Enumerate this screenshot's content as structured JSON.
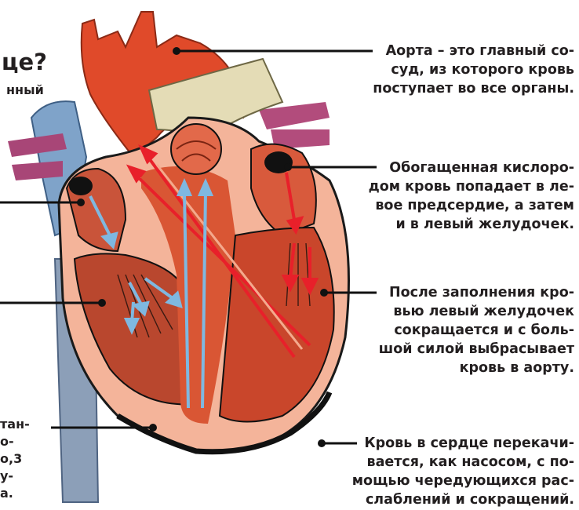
{
  "title_fragment": "це?",
  "subtitle_fragment": "нный",
  "captions": {
    "aorta": "Аорта – это главный со-\nсуд, из которого кровь\nпоступает во все органы.",
    "atrium": "Обогащенная кислоро-\nдом кровь попадает в ле-\nвое предсердие, а затем\nи в левый желудочек.",
    "ventricle": "После заполнения кро-\nвью левый желудочек\nсокращается и с боль-\nшой силой выбрасывает\nкровь в аорту.",
    "pump": "Кровь в сердце перекачи-\nвается, как насосом, с по-\nмощью чередующихся рас-\nслаблений и сокращений."
  },
  "left_fragment": "тан-\nо-\nо,3\nу-\nа.",
  "colors": {
    "heart_outer": "#e04a2a",
    "heart_light": "#f4b49a",
    "chamber": "#c9462b",
    "vein_blue": "#7fa3c9",
    "pulmonary": "#d9cfa6",
    "purple": "#b24c7c",
    "arrow_red": "#e8202a",
    "arrow_blue": "#7fb8e0"
  }
}
